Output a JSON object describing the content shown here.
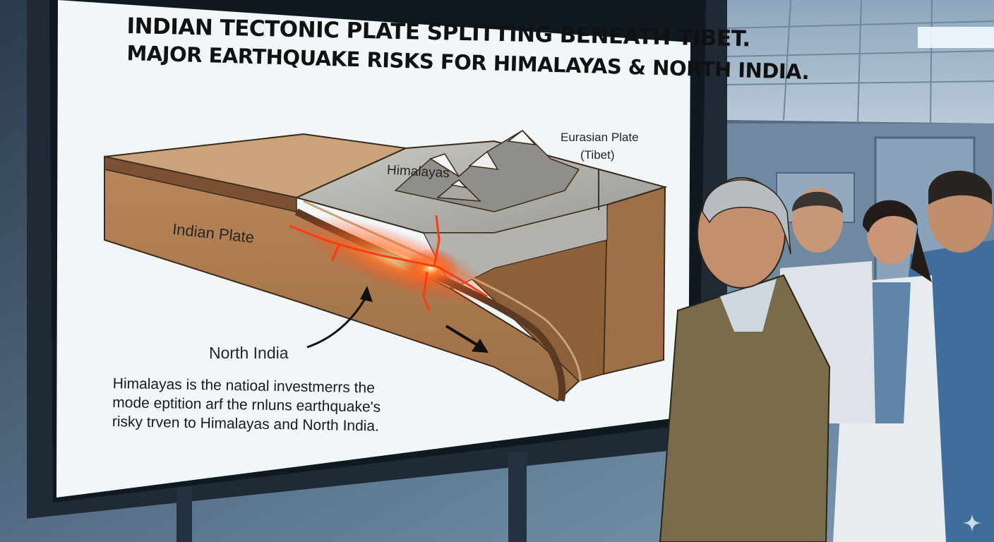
{
  "screen": {
    "headline": {
      "line1": "INDIAN TECTONIC PLATE SPLITTING BENEATH TIBET.",
      "line2": "MAJOR EARTHQUAKE RISKS FOR HIMALAYAS & NORTH INDIA.",
      "line3": ""
    },
    "labels": {
      "eurasian_plate": "Eurasian Plate",
      "tibet": "(Tibet)",
      "himalayas": "Himalayas",
      "indian_plate": "Indian Plate",
      "north_india": "North India"
    },
    "caption": {
      "line1": "Himalayas is the natioal investmerrs the",
      "line2": "mode eptition arf the rnluns earthquake's",
      "line3": "risky trven to Himalayas and North India."
    }
  },
  "colors": {
    "crust_tan": "#c49a6c",
    "mantle_brown": "#9c6e45",
    "rock_gray": "#a9a9a4",
    "fault_glow": "#ff4a1c",
    "screen_white": "#f4f8fb",
    "room_blue": "#4c6278"
  },
  "icons": [
    "sparkle-icon"
  ]
}
